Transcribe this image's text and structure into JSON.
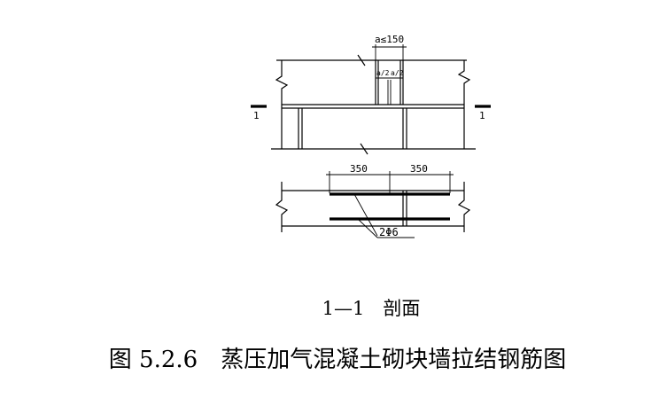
{
  "drawing": {
    "dim_a_max": "a≤150",
    "dim_half_a_left": "a/2",
    "dim_half_a_right": "a/2",
    "section_mark_left": "1",
    "section_mark_right": "1",
    "dim_left_350": "350",
    "dim_right_350": "350",
    "rebar_label": "2Φ6"
  },
  "caption": {
    "section_title": "1—1　剖面",
    "figure_title": "图 5.2.6　蒸压加气混凝土砌块墙拉结钢筋图"
  }
}
